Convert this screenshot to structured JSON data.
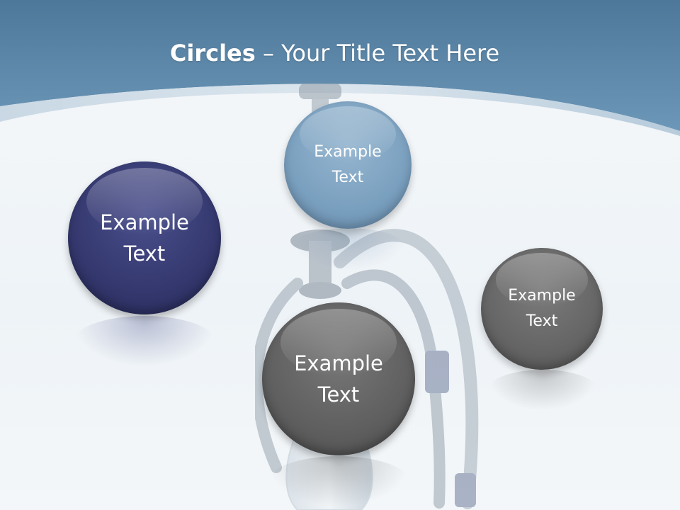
{
  "slide": {
    "title_bold": "Circles",
    "title_rest": " – Your Title Text Here",
    "circles": [
      {
        "text": "Example\nText"
      },
      {
        "text": "Example\nText"
      },
      {
        "text": "Example\nText"
      },
      {
        "text": "Example\nText"
      }
    ]
  },
  "colors": {
    "header_blue": "#5d88ab",
    "circle_navy": "#34386e",
    "circle_light_blue": "#7aa0bf",
    "circle_gray": "#5f5f5f"
  }
}
